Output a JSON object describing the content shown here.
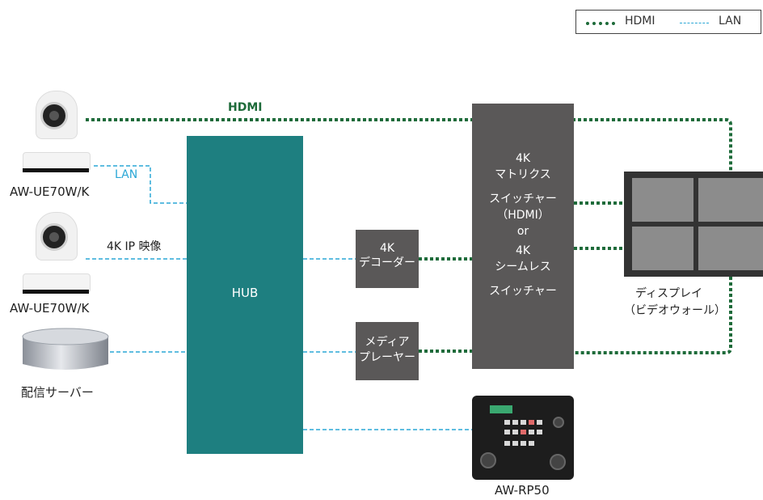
{
  "legend": {
    "hdmi": "HDMI",
    "lan": "LAN"
  },
  "labels": {
    "hdmi_line": "HDMI",
    "lan_line": "LAN",
    "ip_video": "4K IP 映像",
    "camera1": "AW-UE70W/K",
    "camera2": "AW-UE70W/K",
    "server": "配信サーバー",
    "hub": "HUB",
    "decoder": [
      "4K",
      "デコーダー"
    ],
    "media_player": [
      "メディア",
      "プレーヤー"
    ],
    "switcher": [
      "4K",
      "マトリクス",
      "スイッチャー",
      "（HDMI）",
      "or",
      "4K",
      "シームレス",
      "スイッチャー"
    ],
    "display": [
      "ディスプレイ",
      "（ビデオウォール）"
    ],
    "controller": "AW-RP50"
  },
  "colors": {
    "hdmi": "#1e6b3a",
    "lan": "#2aa7d6",
    "hub": "#1e7f80",
    "box": "#5a5858"
  },
  "icons": [
    "ptz-camera-icon",
    "server-icon",
    "video-wall-icon",
    "remote-controller-icon"
  ]
}
